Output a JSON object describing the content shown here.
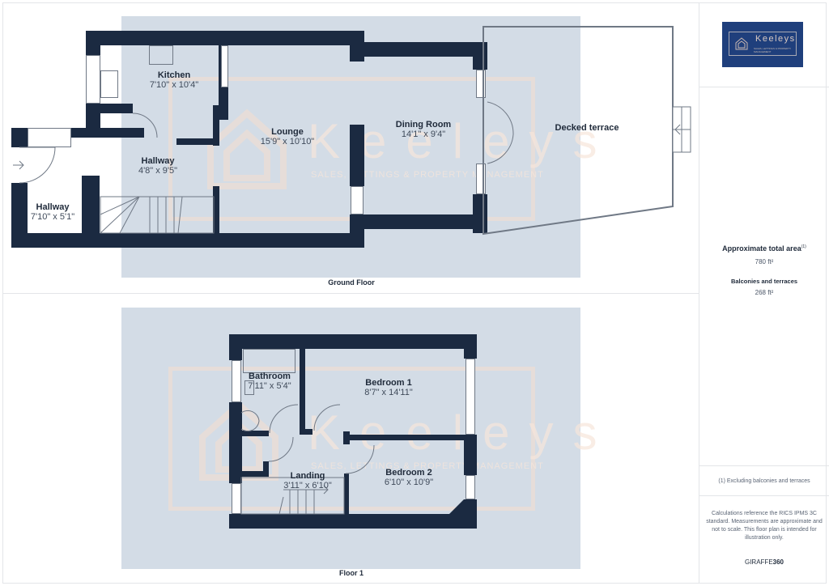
{
  "brand": {
    "name": "Keeleys",
    "tagline": "SALES, LETTINGS & PROPERTY MANAGEMENT",
    "logo_bg": "#1f3f7c"
  },
  "colors": {
    "wall": "#1b2a41",
    "floor_fill": "#d3dce6",
    "watermark": "#f5decd"
  },
  "ground_floor": {
    "label": "Ground Floor",
    "rooms": [
      {
        "name": "Kitchen",
        "dims": "7'10\" x 10'4\""
      },
      {
        "name": "Hallway",
        "dims": "4'8\" x 9'5\""
      },
      {
        "name": "Hallway",
        "dims": "7'10\" x 5'1\""
      },
      {
        "name": "Lounge",
        "dims": "15'9\" x 10'10\""
      },
      {
        "name": "Dining Room",
        "dims": "14'1\" x 9'4\""
      },
      {
        "name": "Decked terrace",
        "dims": ""
      }
    ]
  },
  "floor_1": {
    "label": "Floor 1",
    "rooms": [
      {
        "name": "Bathroom",
        "dims": "7'11\" x 5'4\""
      },
      {
        "name": "Bedroom 1",
        "dims": "8'7\" x 14'11\""
      },
      {
        "name": "Landing",
        "dims": "3'11\" x 6'10\""
      },
      {
        "name": "Bedroom 2",
        "dims": "6'10\" x 10'9\""
      }
    ]
  },
  "sidebar": {
    "total_area_title": "Approximate total area",
    "total_area_note_marker": "(1)",
    "total_area_value": "780 ft²",
    "balconies_title": "Balconies and terraces",
    "balconies_value": "268 ft²",
    "footnote": "(1) Excluding balconies and terraces",
    "disclaimer": "Calculations reference the RICS IPMS 3C standard. Measurements are approximate and not to scale. This floor plan is intended for illustration only.",
    "credit_prefix": "GIRAFFE",
    "credit_suffix": "360"
  }
}
